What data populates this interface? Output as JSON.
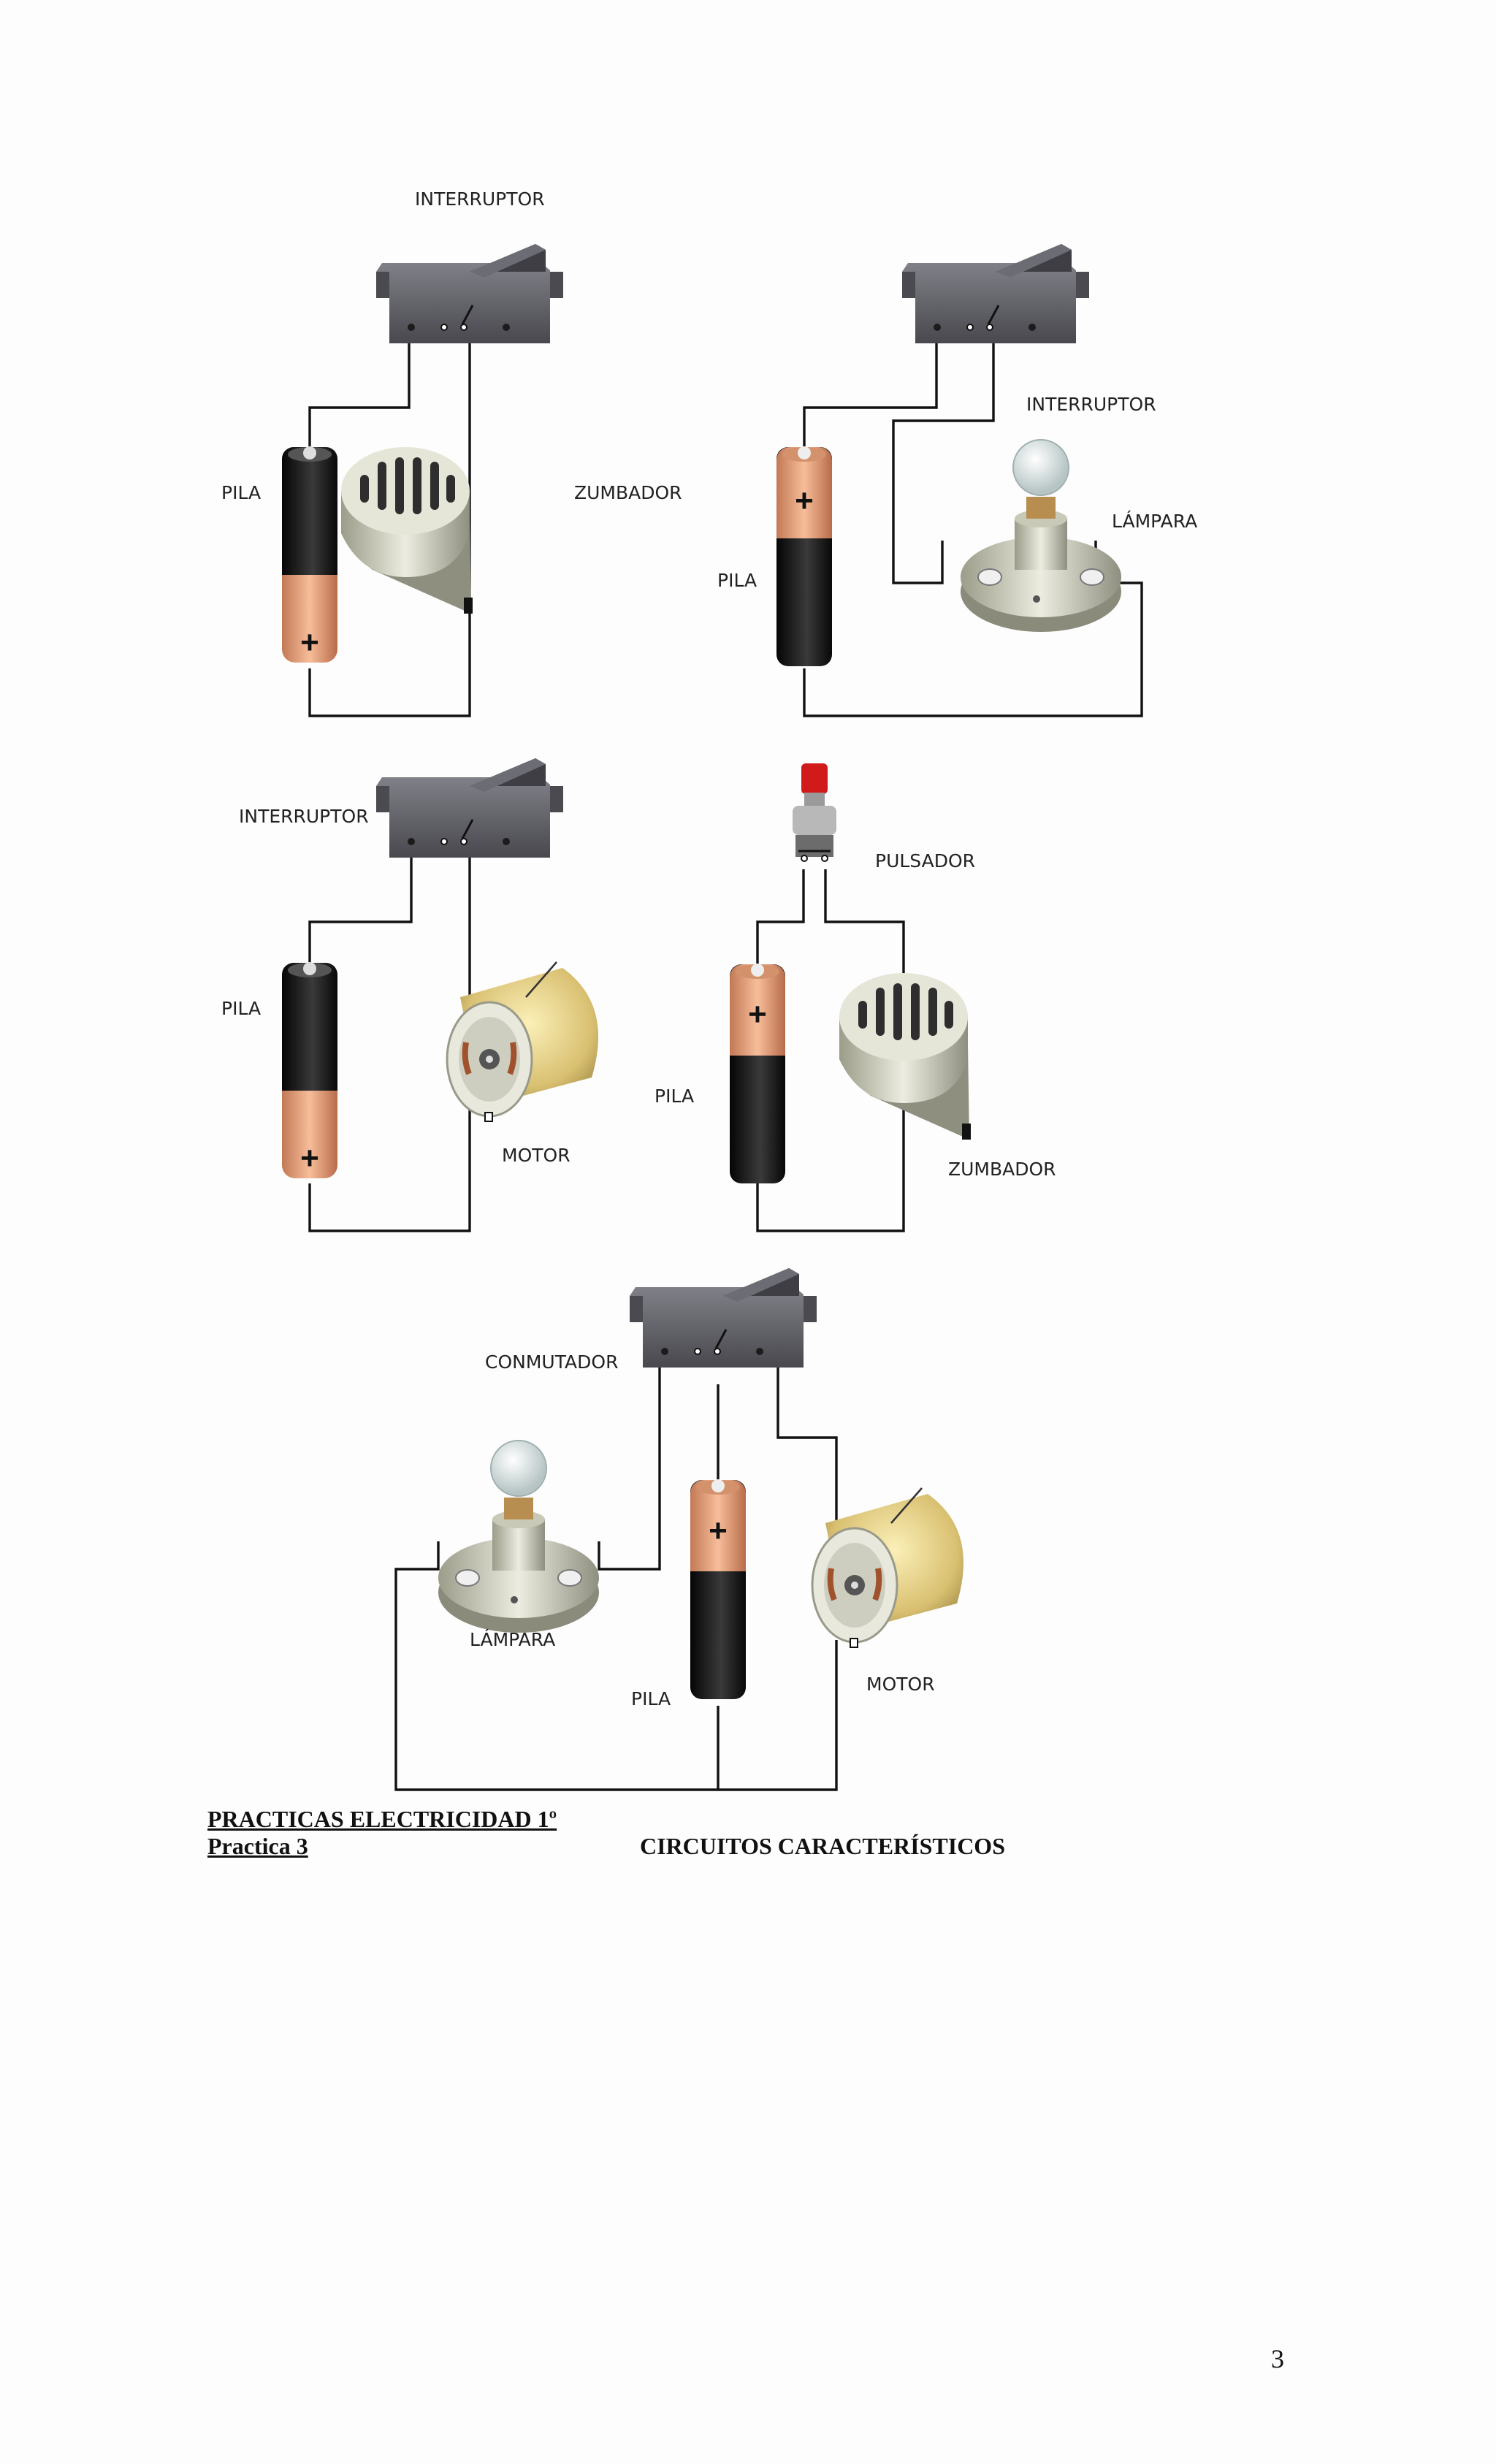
{
  "labels": {
    "interruptor": "INTERRUPTOR",
    "pila": "PILA",
    "zumbador": "ZUMBADOR",
    "lampara": "LÁMPARA",
    "motor": "MOTOR",
    "pulsador": "PULSADOR",
    "conmutador": "CONMUTADOR",
    "plus": "+"
  },
  "header": {
    "title": "PRACTICAS ELECTRICIDAD  1º",
    "practice": "Practica 3",
    "subject": "CIRCUITOS CARACTERÍSTICOS"
  },
  "page_number": "3",
  "colors": {
    "battery_black": "#1a1a1a",
    "battery_copper": "#e5a078",
    "component_beige": "#d8d8c4",
    "switch_gray": "#5c5c62",
    "pushbutton_red": "#d11a1a",
    "motor_gold": "#ddc476"
  },
  "icons": [
    "switch-icon",
    "battery-icon",
    "buzzer-icon",
    "lamp-icon",
    "motor-icon",
    "pushbutton-icon"
  ]
}
